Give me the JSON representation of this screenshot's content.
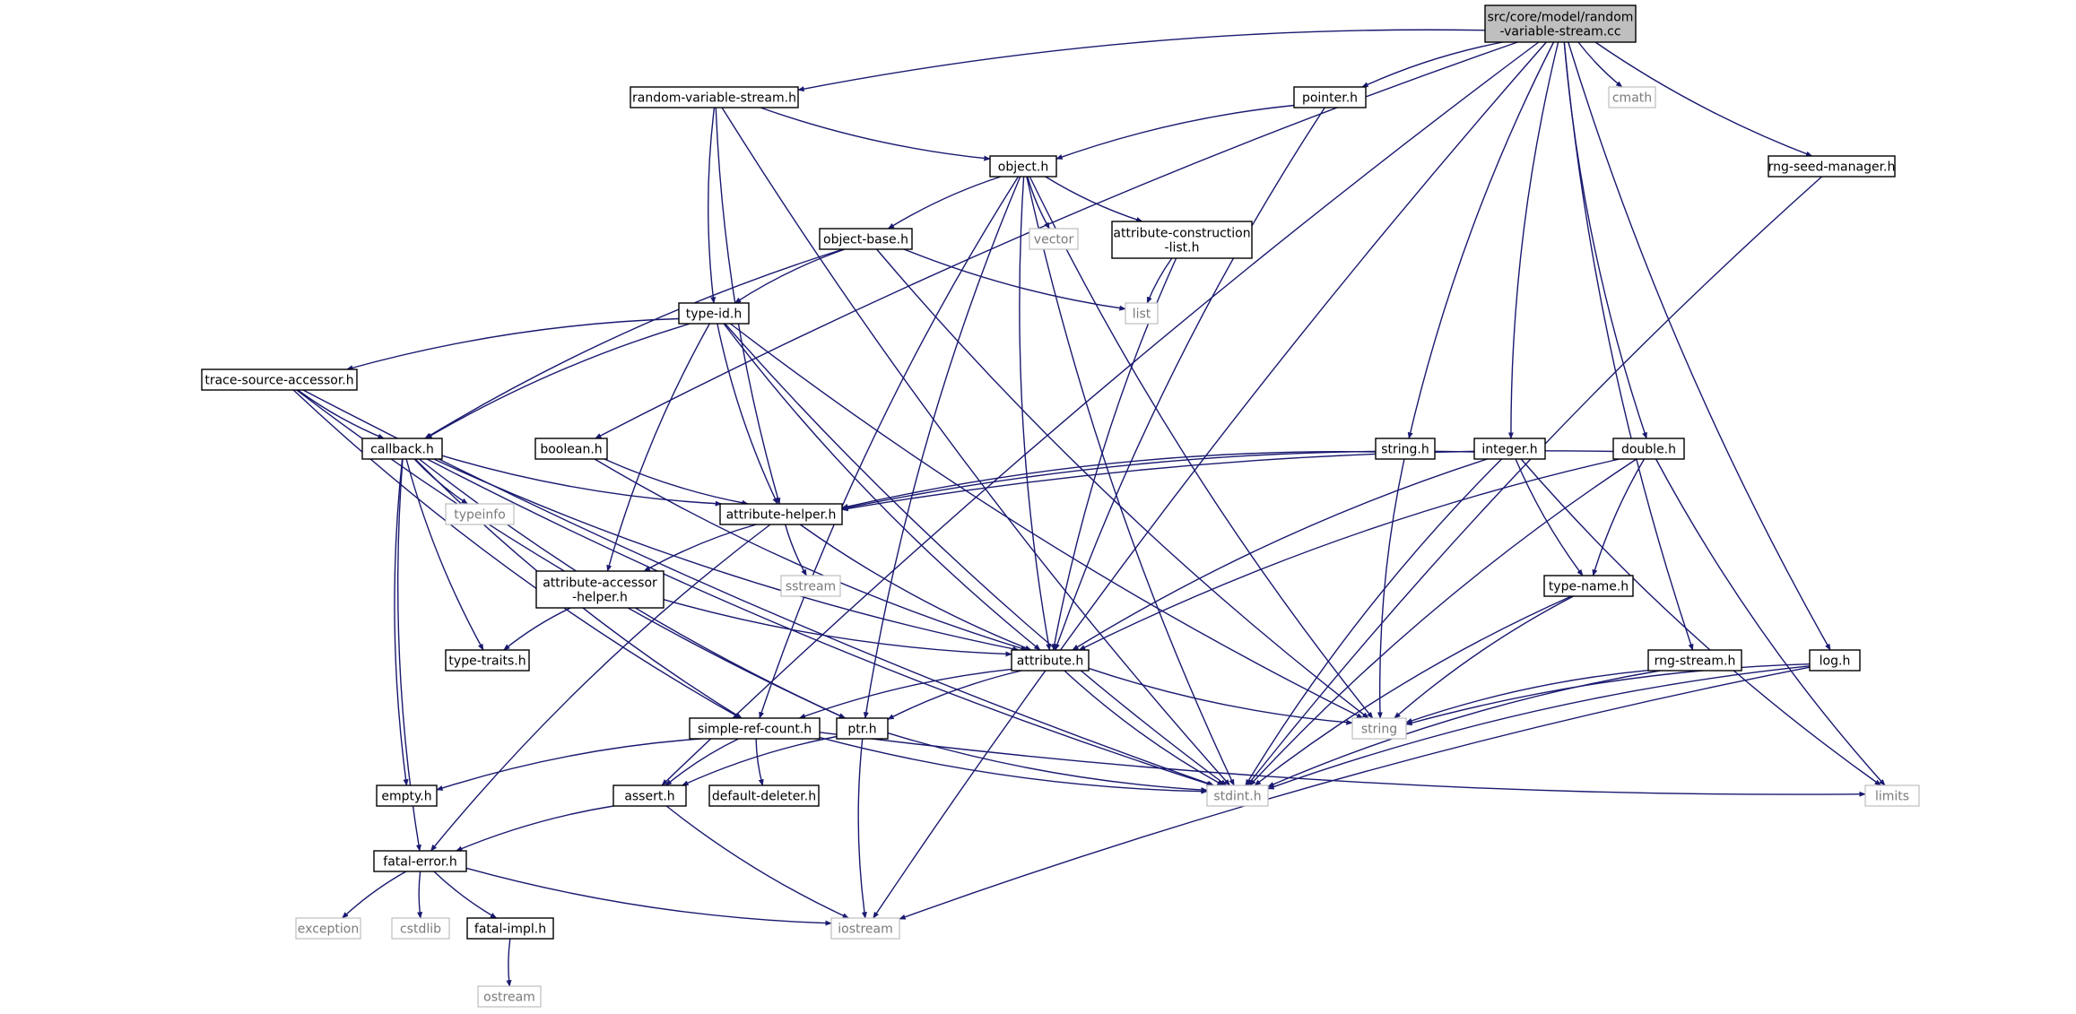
{
  "diagram": {
    "edge_color": "#191970",
    "root_fill": "#bfbfbf",
    "external_border": "#bfbfbf",
    "nodes": [
      {
        "id": "root",
        "lines": [
          "src/core/model/random",
          "-variable-stream.cc"
        ],
        "kind": "root"
      },
      {
        "id": "rvs",
        "lines": [
          "random-variable-stream.h"
        ],
        "kind": "file"
      },
      {
        "id": "pointer",
        "lines": [
          "pointer.h"
        ],
        "kind": "file"
      },
      {
        "id": "cmath",
        "lines": [
          "cmath"
        ],
        "kind": "external"
      },
      {
        "id": "rngseed",
        "lines": [
          "rng-seed-manager.h"
        ],
        "kind": "file"
      },
      {
        "id": "object",
        "lines": [
          "object.h"
        ],
        "kind": "file"
      },
      {
        "id": "vector",
        "lines": [
          "vector"
        ],
        "kind": "external"
      },
      {
        "id": "acl",
        "lines": [
          "attribute-construction",
          "-list.h"
        ],
        "kind": "file"
      },
      {
        "id": "objbase",
        "lines": [
          "object-base.h"
        ],
        "kind": "file"
      },
      {
        "id": "list",
        "lines": [
          "list"
        ],
        "kind": "external"
      },
      {
        "id": "typeid",
        "lines": [
          "type-id.h"
        ],
        "kind": "file"
      },
      {
        "id": "tsa",
        "lines": [
          "trace-source-accessor.h"
        ],
        "kind": "file"
      },
      {
        "id": "callback",
        "lines": [
          "callback.h"
        ],
        "kind": "file"
      },
      {
        "id": "boolean",
        "lines": [
          "boolean.h"
        ],
        "kind": "file"
      },
      {
        "id": "stringh",
        "lines": [
          "string.h"
        ],
        "kind": "file"
      },
      {
        "id": "integer",
        "lines": [
          "integer.h"
        ],
        "kind": "file"
      },
      {
        "id": "double",
        "lines": [
          "double.h"
        ],
        "kind": "file"
      },
      {
        "id": "typeinfo",
        "lines": [
          "typeinfo"
        ],
        "kind": "external"
      },
      {
        "id": "attrhelper",
        "lines": [
          "attribute-helper.h"
        ],
        "kind": "file"
      },
      {
        "id": "sstream",
        "lines": [
          "sstream"
        ],
        "kind": "external"
      },
      {
        "id": "aah",
        "lines": [
          "attribute-accessor",
          "-helper.h"
        ],
        "kind": "file"
      },
      {
        "id": "typename",
        "lines": [
          "type-name.h"
        ],
        "kind": "file"
      },
      {
        "id": "typetraits",
        "lines": [
          "type-traits.h"
        ],
        "kind": "file"
      },
      {
        "id": "attribute",
        "lines": [
          "attribute.h"
        ],
        "kind": "file"
      },
      {
        "id": "rngstream",
        "lines": [
          "rng-stream.h"
        ],
        "kind": "file"
      },
      {
        "id": "log",
        "lines": [
          "log.h"
        ],
        "kind": "file"
      },
      {
        "id": "src",
        "lines": [
          "simple-ref-count.h"
        ],
        "kind": "file"
      },
      {
        "id": "ptr",
        "lines": [
          "ptr.h"
        ],
        "kind": "file"
      },
      {
        "id": "string",
        "lines": [
          "string"
        ],
        "kind": "external"
      },
      {
        "id": "empty",
        "lines": [
          "empty.h"
        ],
        "kind": "file"
      },
      {
        "id": "assert",
        "lines": [
          "assert.h"
        ],
        "kind": "file"
      },
      {
        "id": "dd",
        "lines": [
          "default-deleter.h"
        ],
        "kind": "file"
      },
      {
        "id": "stdint",
        "lines": [
          "stdint.h"
        ],
        "kind": "external"
      },
      {
        "id": "limits",
        "lines": [
          "limits"
        ],
        "kind": "external"
      },
      {
        "id": "fatalerror",
        "lines": [
          "fatal-error.h"
        ],
        "kind": "file"
      },
      {
        "id": "exception",
        "lines": [
          "exception"
        ],
        "kind": "external"
      },
      {
        "id": "cstdlib",
        "lines": [
          "cstdlib"
        ],
        "kind": "external"
      },
      {
        "id": "fatalimpl",
        "lines": [
          "fatal-impl.h"
        ],
        "kind": "file"
      },
      {
        "id": "iostream",
        "lines": [
          "iostream"
        ],
        "kind": "external"
      },
      {
        "id": "ostream",
        "lines": [
          "ostream"
        ],
        "kind": "external"
      }
    ],
    "edges": [
      [
        "root",
        "rvs"
      ],
      [
        "root",
        "pointer"
      ],
      [
        "root",
        "cmath"
      ],
      [
        "root",
        "rngseed"
      ],
      [
        "root",
        "boolean"
      ],
      [
        "root",
        "stringh"
      ],
      [
        "root",
        "integer"
      ],
      [
        "root",
        "double"
      ],
      [
        "root",
        "rngstream"
      ],
      [
        "root",
        "log"
      ],
      [
        "root",
        "assert"
      ],
      [
        "root",
        "iostream"
      ],
      [
        "rvs",
        "object"
      ],
      [
        "rvs",
        "typeid"
      ],
      [
        "rvs",
        "attrhelper"
      ],
      [
        "rvs",
        "stdint"
      ],
      [
        "pointer",
        "object"
      ],
      [
        "pointer",
        "attribute"
      ],
      [
        "rngseed",
        "stdint"
      ],
      [
        "object",
        "objbase"
      ],
      [
        "object",
        "vector"
      ],
      [
        "object",
        "acl"
      ],
      [
        "object",
        "attribute"
      ],
      [
        "object",
        "ptr"
      ],
      [
        "object",
        "src"
      ],
      [
        "object",
        "string"
      ],
      [
        "object",
        "stdint"
      ],
      [
        "acl",
        "list"
      ],
      [
        "acl",
        "attribute"
      ],
      [
        "objbase",
        "typeid"
      ],
      [
        "objbase",
        "list"
      ],
      [
        "objbase",
        "callback"
      ],
      [
        "objbase",
        "string"
      ],
      [
        "typeid",
        "tsa"
      ],
      [
        "typeid",
        "callback"
      ],
      [
        "typeid",
        "attrhelper"
      ],
      [
        "typeid",
        "aah"
      ],
      [
        "typeid",
        "attribute"
      ],
      [
        "typeid",
        "string"
      ],
      [
        "typeid",
        "stdint"
      ],
      [
        "tsa",
        "callback"
      ],
      [
        "tsa",
        "ptr"
      ],
      [
        "tsa",
        "src"
      ],
      [
        "tsa",
        "stdint"
      ],
      [
        "callback",
        "typeinfo"
      ],
      [
        "callback",
        "attrhelper"
      ],
      [
        "callback",
        "typetraits"
      ],
      [
        "callback",
        "attribute"
      ],
      [
        "callback",
        "ptr"
      ],
      [
        "callback",
        "src"
      ],
      [
        "callback",
        "empty"
      ],
      [
        "callback",
        "fatalerror"
      ],
      [
        "callback",
        "stdint"
      ],
      [
        "boolean",
        "attrhelper"
      ],
      [
        "boolean",
        "attribute"
      ],
      [
        "stringh",
        "attrhelper"
      ],
      [
        "stringh",
        "string"
      ],
      [
        "integer",
        "attrhelper"
      ],
      [
        "integer",
        "attribute"
      ],
      [
        "integer",
        "typename"
      ],
      [
        "integer",
        "stdint"
      ],
      [
        "integer",
        "limits"
      ],
      [
        "double",
        "attrhelper"
      ],
      [
        "double",
        "attribute"
      ],
      [
        "double",
        "typename"
      ],
      [
        "double",
        "stdint"
      ],
      [
        "double",
        "limits"
      ],
      [
        "attrhelper",
        "aah"
      ],
      [
        "attrhelper",
        "sstream"
      ],
      [
        "attrhelper",
        "attribute"
      ],
      [
        "attrhelper",
        "fatalerror"
      ],
      [
        "aah",
        "typetraits"
      ],
      [
        "aah",
        "attribute"
      ],
      [
        "typename",
        "string"
      ],
      [
        "typename",
        "stdint"
      ],
      [
        "attribute",
        "src"
      ],
      [
        "attribute",
        "ptr"
      ],
      [
        "attribute",
        "string"
      ],
      [
        "attribute",
        "stdint"
      ],
      [
        "rngstream",
        "string"
      ],
      [
        "rngstream",
        "stdint"
      ],
      [
        "log",
        "string"
      ],
      [
        "log",
        "stdint"
      ],
      [
        "log",
        "iostream"
      ],
      [
        "src",
        "empty"
      ],
      [
        "src",
        "assert"
      ],
      [
        "src",
        "dd"
      ],
      [
        "src",
        "stdint"
      ],
      [
        "src",
        "limits"
      ],
      [
        "ptr",
        "assert"
      ],
      [
        "ptr",
        "iostream"
      ],
      [
        "ptr",
        "stdint"
      ],
      [
        "assert",
        "fatalerror"
      ],
      [
        "assert",
        "iostream"
      ],
      [
        "fatalerror",
        "exception"
      ],
      [
        "fatalerror",
        "cstdlib"
      ],
      [
        "fatalerror",
        "fatalimpl"
      ],
      [
        "fatalerror",
        "iostream"
      ],
      [
        "fatalimpl",
        "ostream"
      ]
    ]
  }
}
